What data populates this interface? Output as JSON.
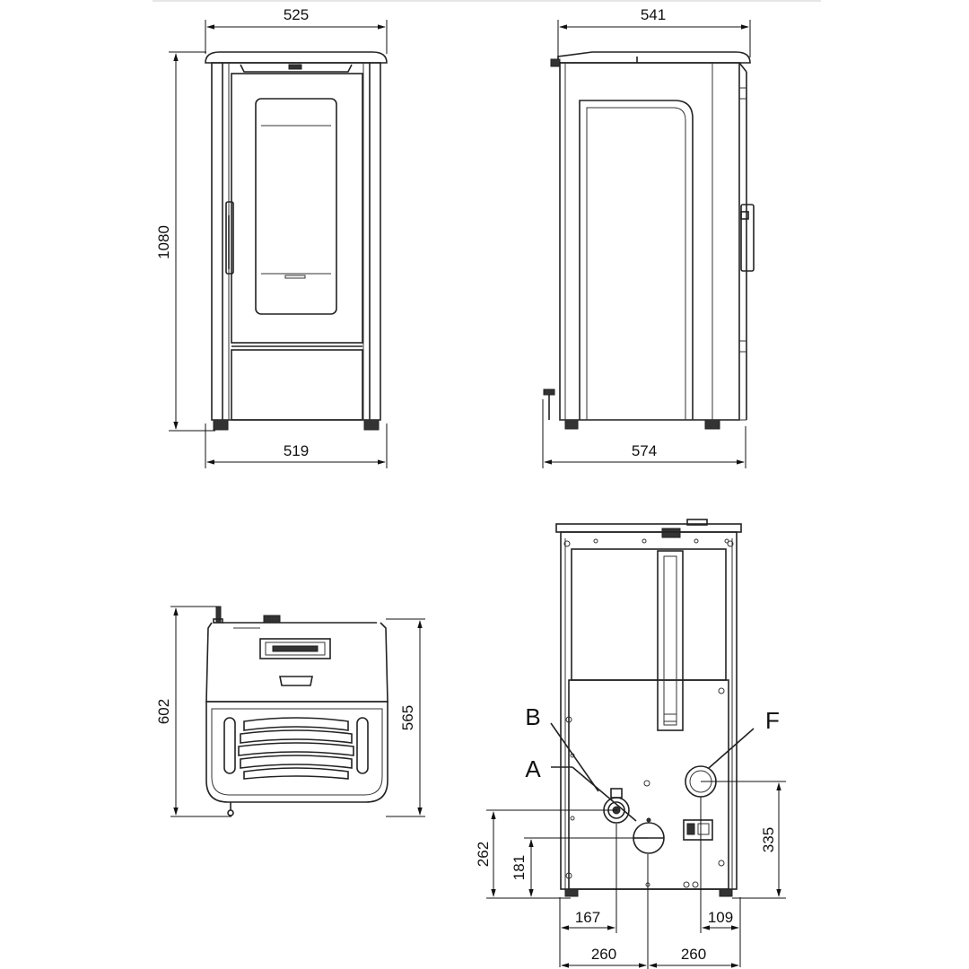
{
  "dimensions": {
    "front_top_width": "525",
    "front_height": "1080",
    "front_base_width": "519",
    "side_top_depth": "541",
    "side_base_depth": "574",
    "top_total_depth": "602",
    "top_body_depth": "565",
    "rear_height_b": "262",
    "rear_height_a": "181",
    "rear_height_f": "335",
    "rear_offset_a": "167",
    "rear_offset_f": "109",
    "rear_half_left": "260",
    "rear_half_right": "260"
  },
  "connections": {
    "b": "B",
    "a": "A",
    "f": "F"
  },
  "colors": {
    "line": "#222222",
    "background": "#ffffff"
  }
}
